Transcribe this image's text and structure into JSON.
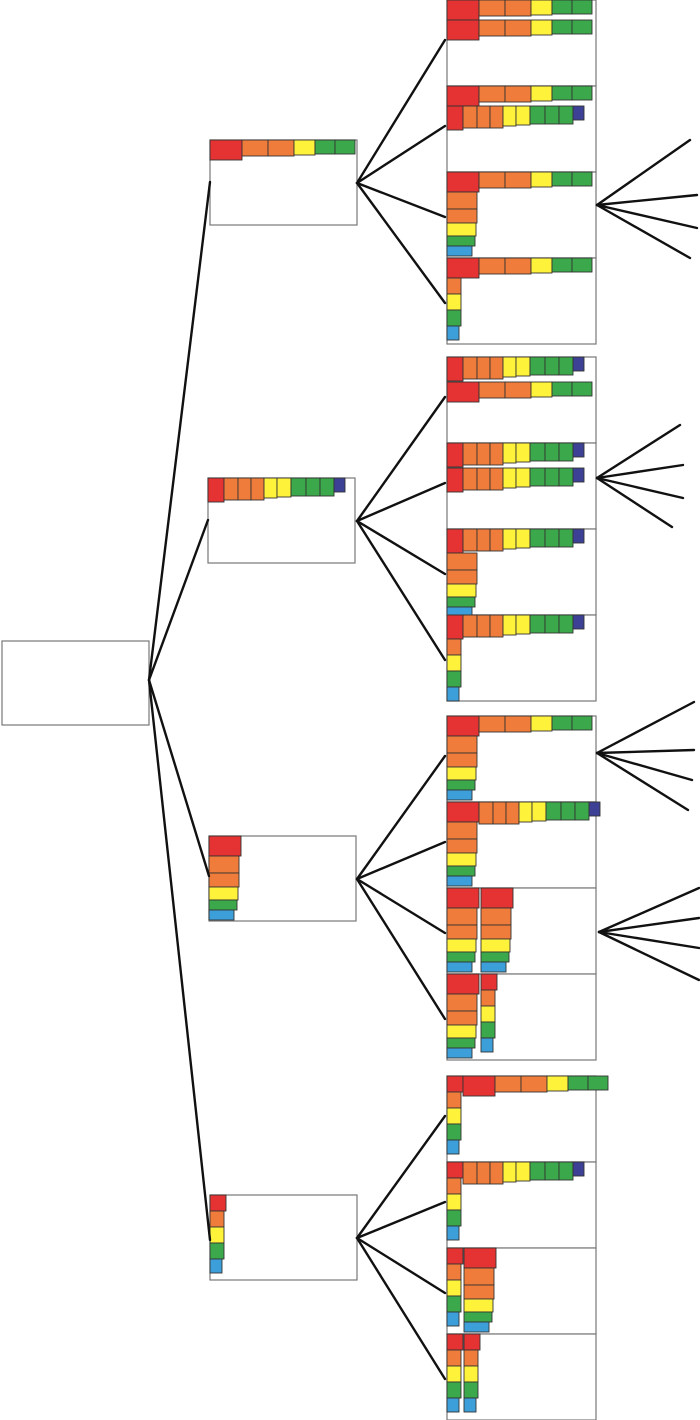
{
  "colors": {
    "red": "#e53333",
    "orange": "#ef7c3a",
    "yellow": "#fff23b",
    "green": "#3ba94b",
    "blue": "#3c9fd9",
    "navy": "#3d4196"
  },
  "patterns": {
    "large_row": [
      "red",
      "orange",
      "orange",
      "yellow",
      "green",
      "green"
    ],
    "small_row": [
      "red",
      "orange",
      "orange",
      "orange",
      "yellow",
      "yellow",
      "green",
      "green",
      "green",
      "navy"
    ],
    "large_column": [
      "red",
      "orange",
      "orange",
      "yellow",
      "green",
      "blue"
    ],
    "small_column": [
      "red",
      "orange",
      "yellow",
      "green",
      "blue"
    ]
  },
  "tree": {
    "root": "empty",
    "level1": [
      "large_row",
      "small_row",
      "large_column",
      "small_column"
    ]
  }
}
